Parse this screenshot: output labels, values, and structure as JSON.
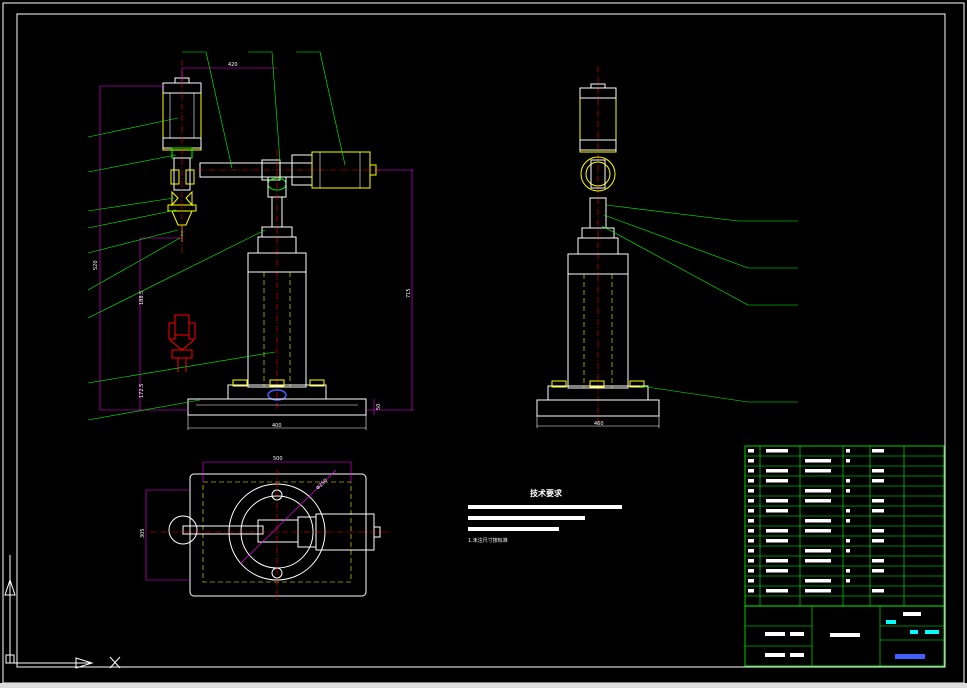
{
  "tech_requirements": {
    "title": "技术要求",
    "note": "1.未注尺寸按标准"
  },
  "front_view": {
    "dims": {
      "top_width": "420",
      "base_width": "400",
      "height_left": "520",
      "height_right": "715",
      "mid": "188.5",
      "lower": "172.5",
      "base": "50"
    }
  },
  "side_view": {
    "dims": {
      "base_width": "460"
    }
  },
  "plan_view": {
    "dims": {
      "width": "500",
      "height": "305",
      "diameter": "Φ250"
    }
  },
  "colors": {
    "frame": "#ffffff",
    "outline": "#ffffff",
    "yellow": "#ffff00",
    "cyan": "#00ffff",
    "green": "#00ff00",
    "magenta": "#ff00ff",
    "red": "#ff0000",
    "blue": "#4060ff"
  }
}
